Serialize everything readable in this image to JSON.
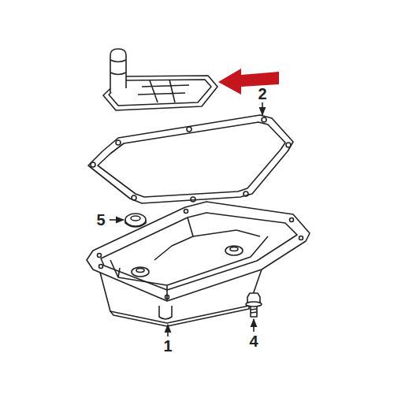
{
  "diagram": {
    "labels": [
      "2",
      "5",
      "1",
      "4"
    ]
  }
}
